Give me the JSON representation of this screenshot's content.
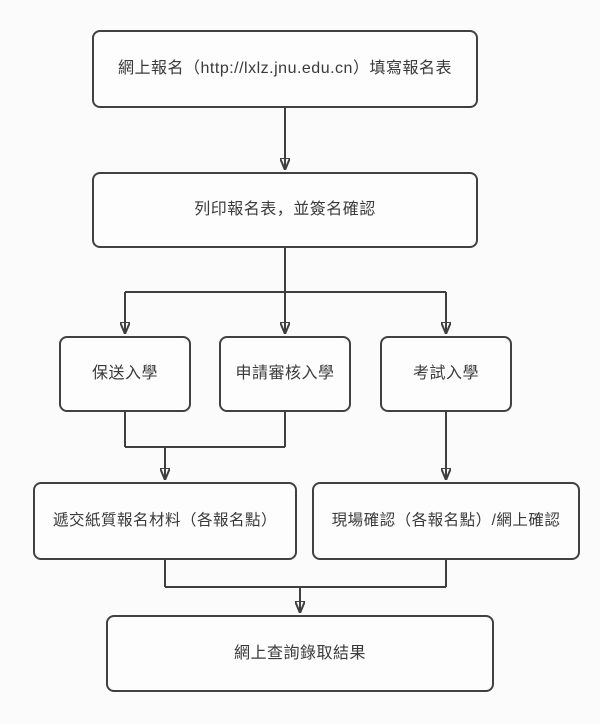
{
  "diagram": {
    "type": "flowchart",
    "colors": {
      "line": "#3f3f3f",
      "node_border": "#414141",
      "node_fill": "#fdfdfd",
      "text": "#3a3a3a",
      "background": "#fbfbfb"
    },
    "nodes": [
      {
        "id": "online-registration",
        "label": "網上報名（http://lxlz.jnu.edu.cn）填寫報名表"
      },
      {
        "id": "print-and-sign",
        "label": "列印報名表，並簽名確認"
      },
      {
        "id": "recommended-admission",
        "label": "保送入學"
      },
      {
        "id": "application-review-admission",
        "label": "申請審核入學"
      },
      {
        "id": "exam-admission",
        "label": "考試入學"
      },
      {
        "id": "submit-paper-materials",
        "label": "遞交紙質報名材料（各報名點）"
      },
      {
        "id": "onsite-or-online-confirmation",
        "label": "現場確認（各報名點）/網上確認"
      },
      {
        "id": "check-admission-results",
        "label": "網上查詢錄取結果"
      }
    ],
    "edges": [
      {
        "from": "online-registration",
        "to": "print-and-sign"
      },
      {
        "from": "print-and-sign",
        "to": "recommended-admission"
      },
      {
        "from": "print-and-sign",
        "to": "application-review-admission"
      },
      {
        "from": "print-and-sign",
        "to": "exam-admission"
      },
      {
        "from": "recommended-admission",
        "to": "submit-paper-materials"
      },
      {
        "from": "application-review-admission",
        "to": "submit-paper-materials"
      },
      {
        "from": "exam-admission",
        "to": "onsite-or-online-confirmation"
      },
      {
        "from": "submit-paper-materials",
        "to": "check-admission-results"
      },
      {
        "from": "onsite-or-online-confirmation",
        "to": "check-admission-results"
      }
    ]
  }
}
